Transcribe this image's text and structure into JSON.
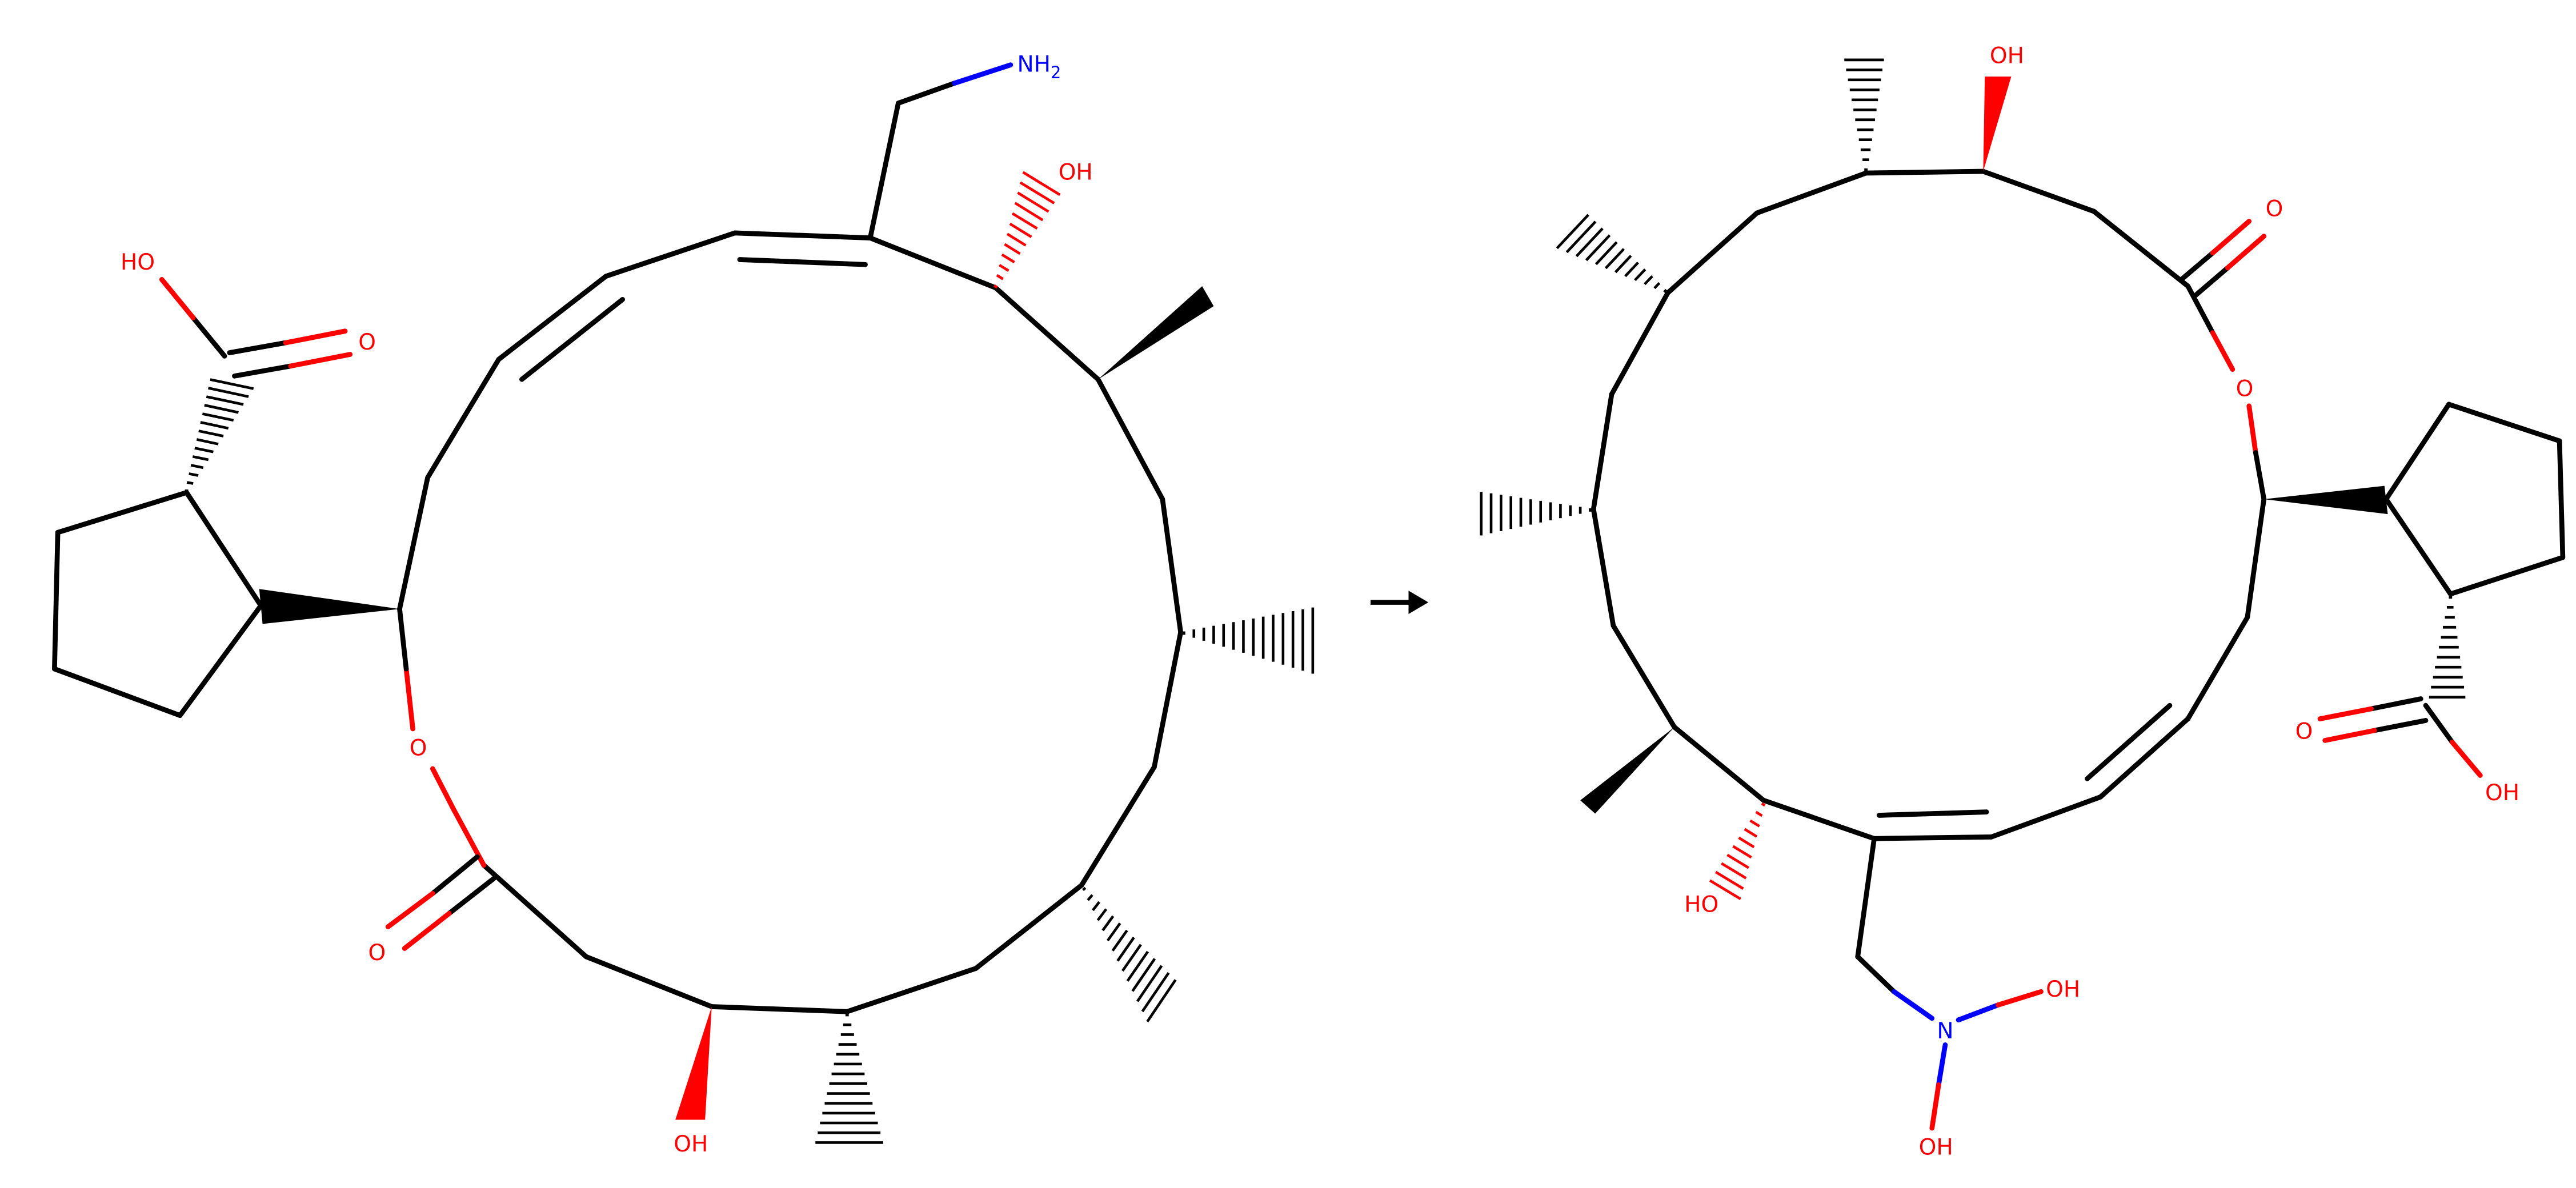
{
  "reaction": {
    "arrow": "→",
    "reactant": {
      "atom_labels": {
        "amine_nh2": "NH2",
        "side_chain_oh": "OH",
        "acid_oh": "HO",
        "acid_carbonyl_o": "O",
        "ring_ester_o": "O",
        "ester_carbonyl_o": "O",
        "bottom_oh": "OH"
      }
    },
    "product": {
      "atom_labels": {
        "top_oh": "OH",
        "ketone_o": "O",
        "ring_ester_o": "O",
        "acid_carbonyl_o": "O",
        "acid_oh": "OH",
        "lower_oh": "HO",
        "hydroxylamine_n": "N",
        "n_oh_1": "OH",
        "n_oh_2": "OH"
      }
    }
  },
  "colors": {
    "carbon_bond": "#000000",
    "oxygen": "#ff0000",
    "nitrogen": "#0000ff",
    "background": "#ffffff"
  }
}
